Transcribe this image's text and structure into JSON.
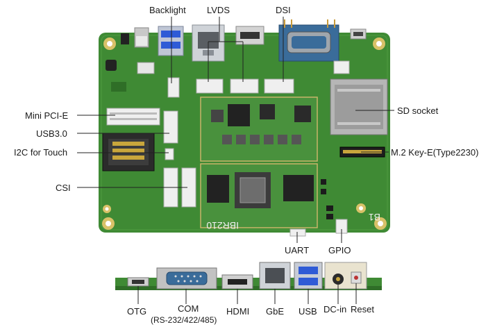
{
  "top_labels": {
    "backlight": "Backlight",
    "lvds": "LVDS",
    "dsi": "DSI"
  },
  "left_labels": {
    "mini_pcie": "Mini PCI-E",
    "usb30": "USB3.0",
    "i2c_touch": "I2C for Touch",
    "csi": "CSI"
  },
  "right_labels": {
    "sd_socket": "SD socket",
    "m2": "M.2 Key-E(Type2230)"
  },
  "bottom_board_labels": {
    "uart": "UART",
    "gpio": "GPIO"
  },
  "io_labels": {
    "otg": "OTG",
    "com": "COM",
    "com_sub": "(RS-232/422/485)",
    "hdmi": "HDMI",
    "gbe": "GbE",
    "usb": "USB",
    "dcin": "DC-in",
    "reset": "Reset"
  },
  "board_silk": {
    "model": "IBR210",
    "corner": "B1"
  },
  "colors": {
    "pcb": "#3f8a34",
    "pcb_dark": "#2f6e27",
    "chip": "#222222",
    "connector_white": "#efefef",
    "com_blue": "#3a6c9a",
    "usb_blue": "#2f5bd6",
    "leader": "#222222"
  }
}
